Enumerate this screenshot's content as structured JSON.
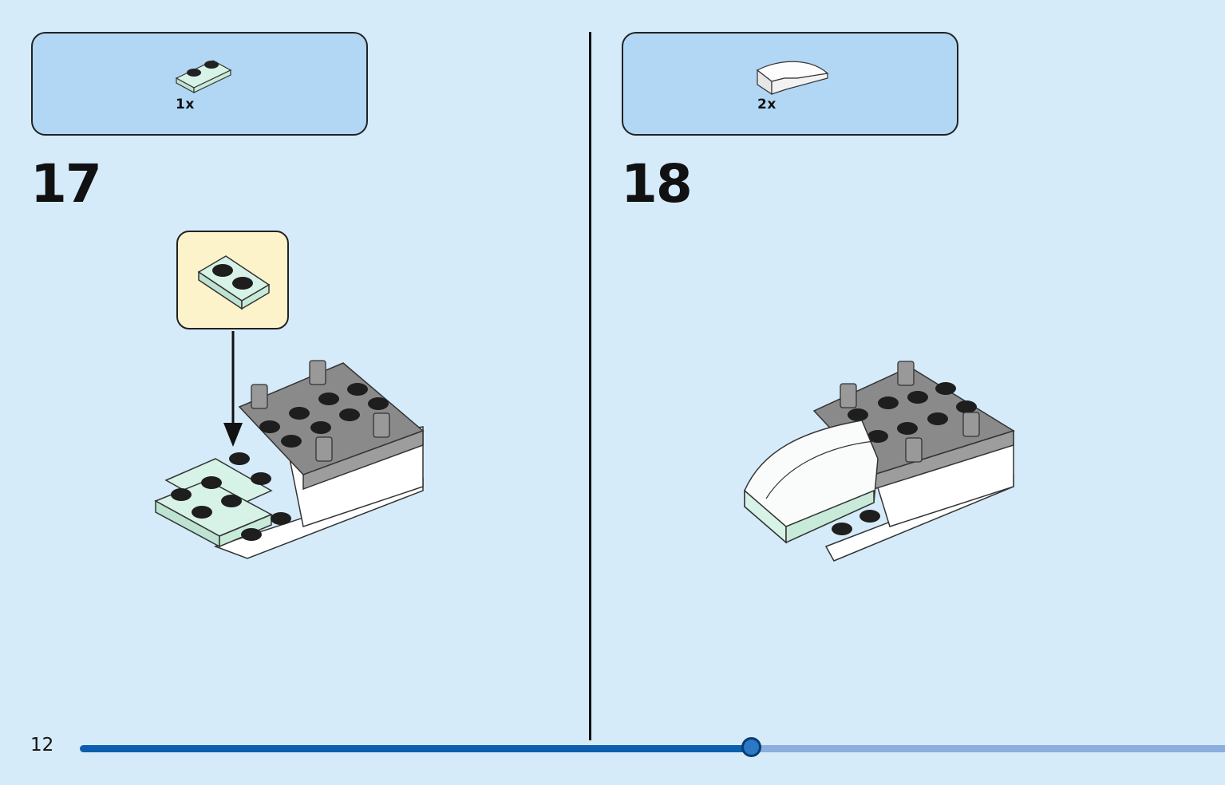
{
  "steps": [
    {
      "number": "17",
      "parts": {
        "quantity": "1x",
        "part_icon": "mint-2x1-plate-icon"
      }
    },
    {
      "number": "18",
      "parts": {
        "quantity": "2x",
        "part_icon": "white-curved-slope-icon"
      }
    }
  ],
  "callout": {
    "part_icon": "mint-2x1-plate-icon"
  },
  "footer": {
    "page_number": "12",
    "progress": 0.61
  },
  "colors": {
    "background": "#d5ebfa",
    "parts_box": "#b2d7f5",
    "callout_box": "#fdf3cb",
    "progress_fill": "#0b5fae",
    "progress_track": "#8aaede",
    "mint_brick": "#d7f2e6",
    "dark_grey_brick": "#8a8a8a"
  }
}
